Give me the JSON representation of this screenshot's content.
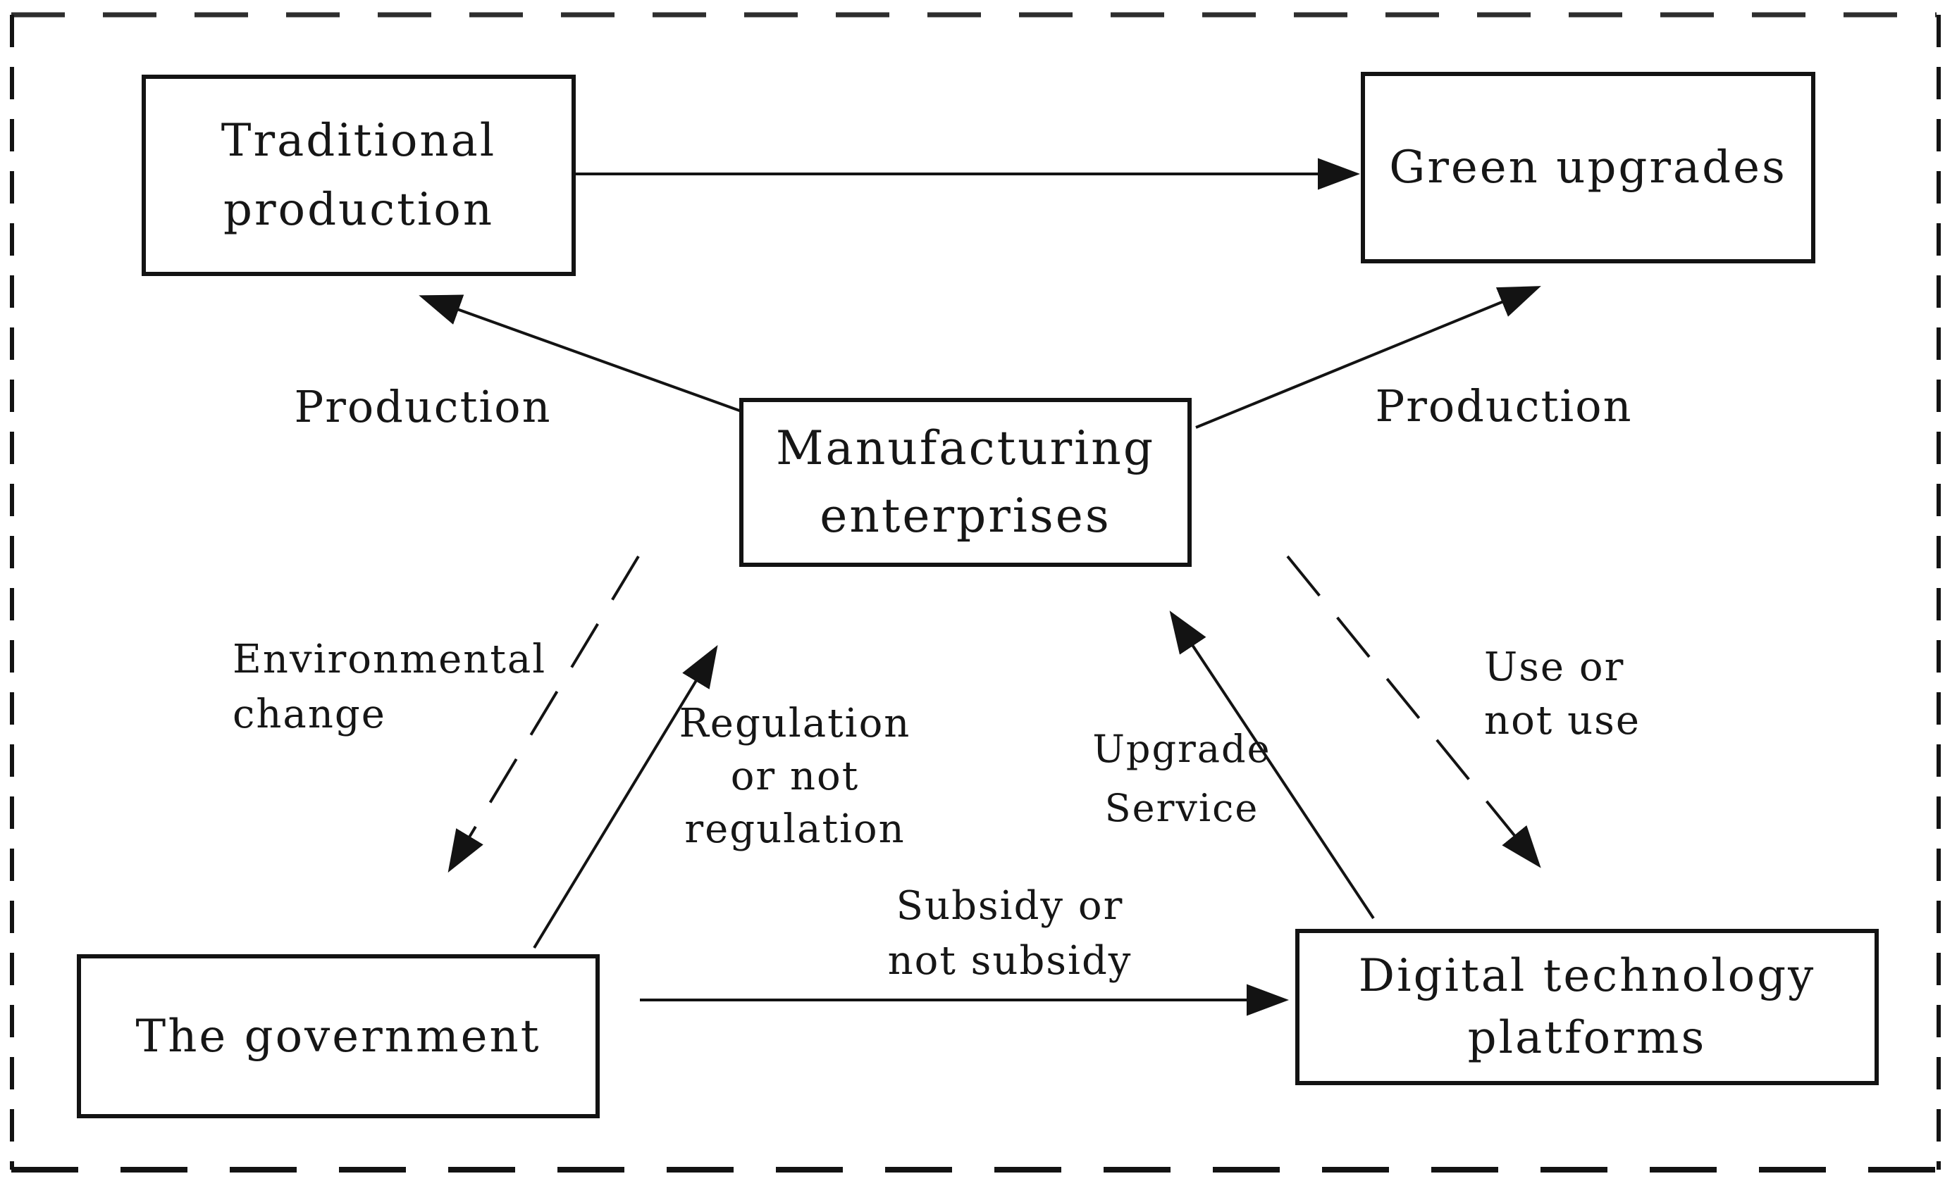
{
  "figure": {
    "type": "relationship-diagram",
    "background_color": "#ffffff",
    "line_color": "#131313",
    "text_color": "#161616"
  },
  "boxes": {
    "traditional": {
      "label": "Traditional\nproduction"
    },
    "green": {
      "label": "Green upgrades"
    },
    "manufacturing": {
      "label": "Manufacturing\nenterprises"
    },
    "government": {
      "label": "The government"
    },
    "digital": {
      "label": "Digital technology\nplatforms"
    }
  },
  "edge_labels": {
    "production_left": "Production",
    "production_right": "Production",
    "environmental_change": "Environmental\nchange",
    "regulation": "Regulation\nor not\nregulation",
    "upgrade_service": "Upgrade\nService",
    "use_or_not_use": "Use or\nnot use",
    "subsidy": "Subsidy or\nnot subsidy"
  },
  "edges": [
    {
      "from": "Traditional production",
      "to": "Green upgrades",
      "style": "solid",
      "label": ""
    },
    {
      "from": "Manufacturing enterprises",
      "to": "Traditional production",
      "style": "solid",
      "label": "Production"
    },
    {
      "from": "Manufacturing enterprises",
      "to": "Green upgrades",
      "style": "solid",
      "label": "Production"
    },
    {
      "from": "Manufacturing enterprises",
      "to": "The government",
      "style": "dashed",
      "label": "Environmental change"
    },
    {
      "from": "The government",
      "to": "Manufacturing enterprises",
      "style": "solid",
      "label": "Regulation or not regulation"
    },
    {
      "from": "Digital technology platforms",
      "to": "Manufacturing enterprises",
      "style": "solid",
      "label": "Upgrade Service"
    },
    {
      "from": "Manufacturing enterprises",
      "to": "Digital technology platforms",
      "style": "dashed",
      "label": "Use or not use"
    },
    {
      "from": "The government",
      "to": "Digital technology platforms",
      "style": "solid",
      "label": "Subsidy or not subsidy"
    }
  ]
}
